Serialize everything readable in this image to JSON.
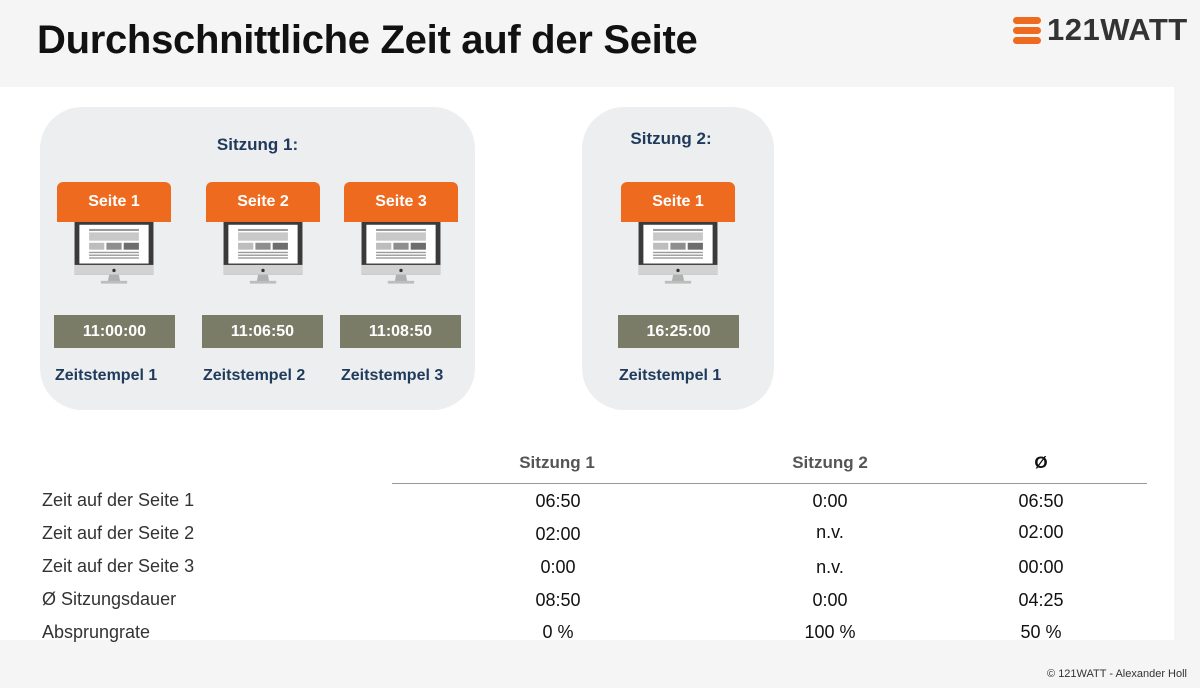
{
  "title": "Durchschnittliche Zeit auf der Seite",
  "logo": {
    "text": "121WATT"
  },
  "colors": {
    "accent": "#ee6a1f",
    "timestamp_bg": "#7b7c68",
    "label_color": "#1f3a5b",
    "box_bg": "#eceef0"
  },
  "sessions": [
    {
      "title": "Sitzung 1:",
      "pages": [
        {
          "label": "Seite 1",
          "time": "11:00:00",
          "stamp": "Zeitstempel 1"
        },
        {
          "label": "Seite 2",
          "time": "11:06:50",
          "stamp": "Zeitstempel 2"
        },
        {
          "label": "Seite 3",
          "time": "11:08:50",
          "stamp": "Zeitstempel 3"
        }
      ]
    },
    {
      "title": "Sitzung 2:",
      "pages": [
        {
          "label": "Seite 1",
          "time": "16:25:00",
          "stamp": "Zeitstempel 1"
        }
      ]
    }
  ],
  "table": {
    "headers": [
      "Sitzung 1",
      "Sitzung 2",
      "Ø"
    ],
    "rows": [
      {
        "label": "Zeit auf der Seite 1",
        "values": [
          "06:50",
          "0:00",
          "06:50"
        ]
      },
      {
        "label": "Zeit auf der Seite 2",
        "values": [
          "02:00",
          "n.v.",
          "02:00"
        ]
      },
      {
        "label": "Zeit auf der Seite 3",
        "values": [
          "0:00",
          "n.v.",
          "00:00"
        ]
      },
      {
        "label": "Ø Sitzungsdauer",
        "values": [
          "08:50",
          "0:00",
          "04:25"
        ]
      },
      {
        "label": "Absprungrate",
        "values": [
          "0 %",
          "100 %",
          "50 %"
        ]
      }
    ]
  },
  "copyright": "© 121WATT - Alexander Holl"
}
